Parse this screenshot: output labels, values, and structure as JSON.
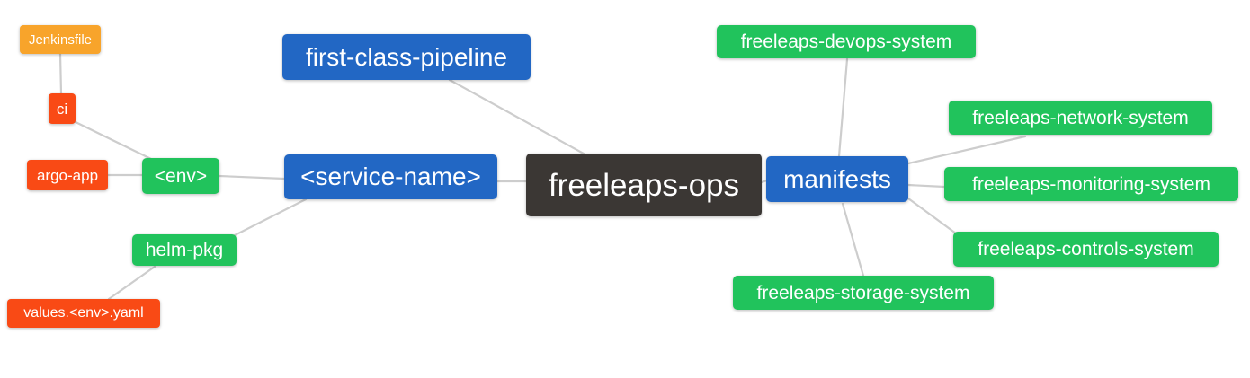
{
  "app": {
    "type": "mindmap-diagram",
    "background": "#ffffff"
  },
  "palette": {
    "branch_blue": "#2267c4",
    "leaf_green": "#21c35c",
    "leaf_orange": "#f8a42b",
    "leaf_red": "#f94a15",
    "root_dark": "#3b3734",
    "edge_gray": "#cdcdcd",
    "node_text": "#ffffff"
  },
  "mindmap": {
    "root_label": "freeleaps-ops",
    "nodes": [
      {
        "id": "jenkinsfile",
        "label": "Jenkinsfile",
        "color": "#f8a42b"
      },
      {
        "id": "ci",
        "label": "ci",
        "color": "#f94a15"
      },
      {
        "id": "argo-app",
        "label": "argo-app",
        "color": "#f94a15"
      },
      {
        "id": "env",
        "label": "<env>",
        "color": "#21c35c"
      },
      {
        "id": "helm-pkg",
        "label": "helm-pkg",
        "color": "#21c35c"
      },
      {
        "id": "values-env-yaml",
        "label": "values.<env>.yaml",
        "color": "#f94a15"
      },
      {
        "id": "first-class-pipeline",
        "label": "first-class-pipeline",
        "color": "#2267c4"
      },
      {
        "id": "service-name",
        "label": "<service-name>",
        "color": "#2267c4"
      },
      {
        "id": "freeleaps-ops",
        "label": "freeleaps-ops",
        "color": "#3b3734"
      },
      {
        "id": "manifests",
        "label": "manifests",
        "color": "#2267c4"
      },
      {
        "id": "freeleaps-devops-system",
        "label": "freeleaps-devops-system",
        "color": "#21c35c"
      },
      {
        "id": "freeleaps-network-system",
        "label": "freeleaps-network-system",
        "color": "#21c35c"
      },
      {
        "id": "freeleaps-monitoring-system",
        "label": "freeleaps-monitoring-system",
        "color": "#21c35c"
      },
      {
        "id": "freeleaps-controls-system",
        "label": "freeleaps-controls-system",
        "color": "#21c35c"
      },
      {
        "id": "freeleaps-storage-system",
        "label": "freeleaps-storage-system",
        "color": "#21c35c"
      }
    ],
    "edges": [
      {
        "from": "Jenkinsfile",
        "to": "ci"
      },
      {
        "from": "ci",
        "to": "<env>"
      },
      {
        "from": "argo-app",
        "to": "<env>"
      },
      {
        "from": "<env>",
        "to": "<service-name>"
      },
      {
        "from": "helm-pkg",
        "to": "<service-name>"
      },
      {
        "from": "values.<env>.yaml",
        "to": "helm-pkg"
      },
      {
        "from": "first-class-pipeline",
        "to": "freeleaps-ops"
      },
      {
        "from": "<service-name>",
        "to": "freeleaps-ops"
      },
      {
        "from": "freeleaps-ops",
        "to": "manifests"
      },
      {
        "from": "manifests",
        "to": "freeleaps-devops-system"
      },
      {
        "from": "manifests",
        "to": "freeleaps-network-system"
      },
      {
        "from": "manifests",
        "to": "freeleaps-monitoring-system"
      },
      {
        "from": "manifests",
        "to": "freeleaps-controls-system"
      },
      {
        "from": "manifests",
        "to": "freeleaps-storage-system"
      }
    ]
  }
}
